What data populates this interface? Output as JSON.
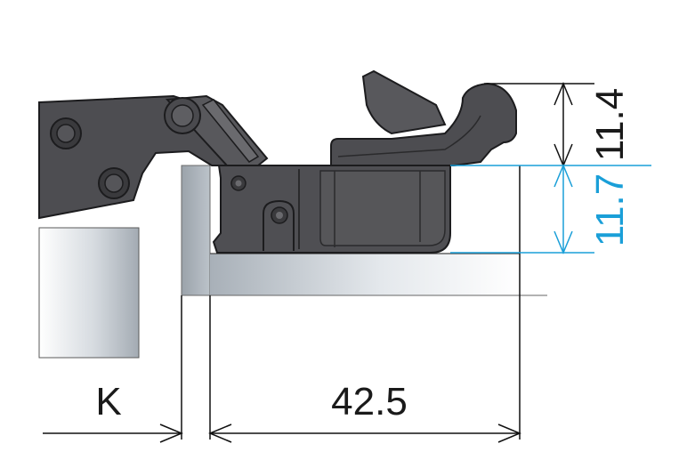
{
  "labels": {
    "k": "K",
    "width": "42.5",
    "height_top": "11.4",
    "height_bottom": "11.7"
  },
  "colors": {
    "body_dark": "#4a4a4e",
    "body_mid": "#5a5a5e",
    "outline": "#1c1c1e",
    "dim_line": "#111111",
    "blue": "#1a9fd8",
    "panel_gray": "#a9b1b8",
    "panel_light": "#ffffff"
  }
}
